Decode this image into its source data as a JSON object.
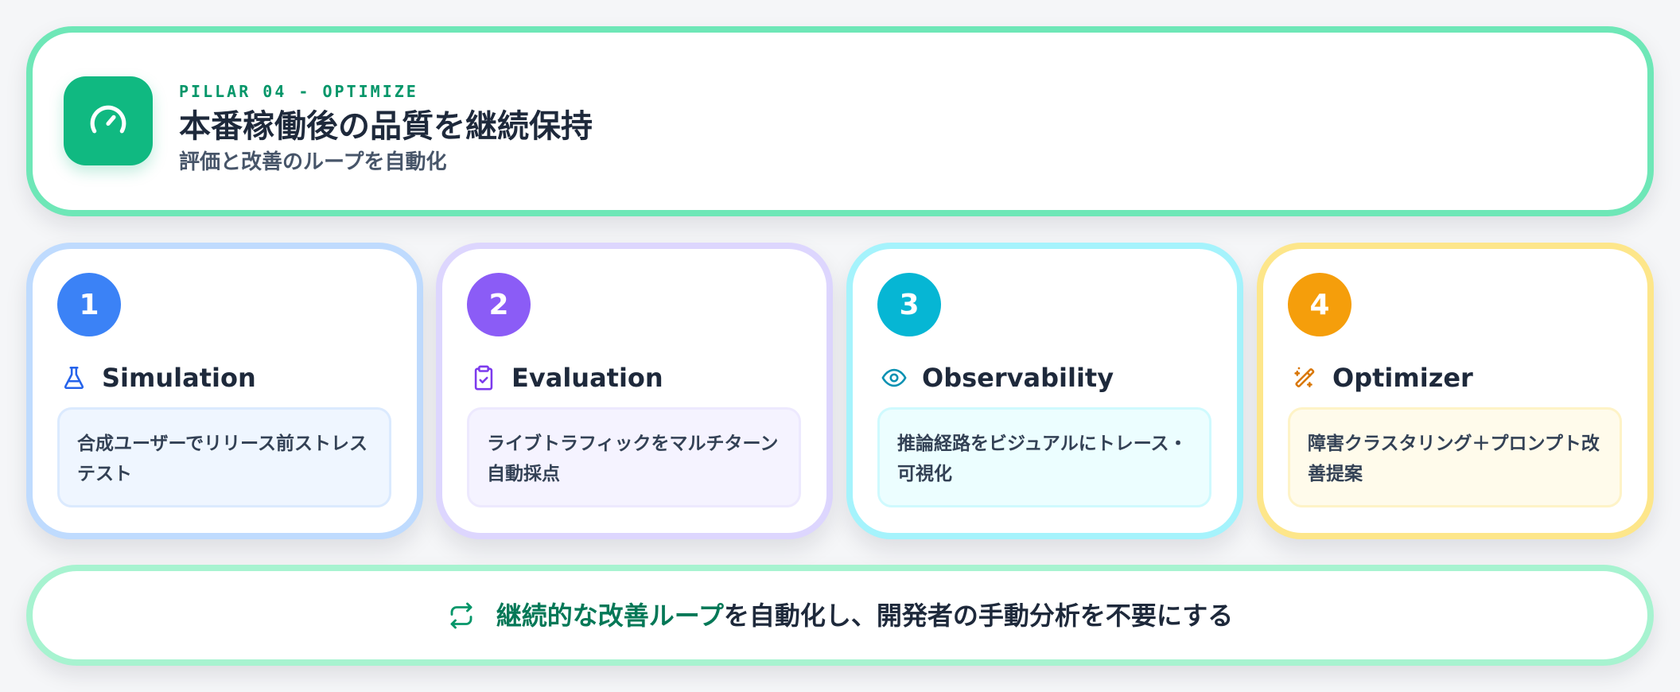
{
  "header": {
    "eyebrow": "PILLAR 04 - OPTIMIZE",
    "title": "本番稼働後の品質を継続保持",
    "subtitle": "評価と改善のループを自動化",
    "icon": "gauge-icon",
    "accent_color": "#10b981",
    "border_color": "#6ee7b7"
  },
  "steps": [
    {
      "number": "1",
      "title": "Simulation",
      "icon": "flask-icon",
      "description": "合成ユーザーでリリース前ストレステスト",
      "circle_color": "#3b82f6",
      "icon_color": "#2563eb",
      "border_color": "#bfdbfe",
      "desc_bg": "#eff6ff",
      "desc_border": "#dbeafe"
    },
    {
      "number": "2",
      "title": "Evaluation",
      "icon": "clipboard-check-icon",
      "description": "ライブトラフィックをマルチターン自動採点",
      "circle_color": "#8b5cf6",
      "icon_color": "#7c3aed",
      "border_color": "#ddd6fe",
      "desc_bg": "#f5f3ff",
      "desc_border": "#ede9fe"
    },
    {
      "number": "3",
      "title": "Observability",
      "icon": "eye-icon",
      "description": "推論経路をビジュアルにトレース・可視化",
      "circle_color": "#06b6d4",
      "icon_color": "#0891b2",
      "border_color": "#a5f3fc",
      "desc_bg": "#ecfeff",
      "desc_border": "#cffafe"
    },
    {
      "number": "4",
      "title": "Optimizer",
      "icon": "magic-wand-icon",
      "description": "障害クラスタリング＋プロンプト改善提案",
      "circle_color": "#f59e0b",
      "icon_color": "#d97706",
      "border_color": "#fde68a",
      "desc_bg": "#fffbeb",
      "desc_border": "#fef3c7"
    }
  ],
  "footer": {
    "icon": "repeat-icon",
    "accent_text": "継続的な改善ループ",
    "rest_text": "を自動化し、開発者の手動分析を不要にする",
    "accent_color": "#047857",
    "border_color": "#a7f3d0"
  }
}
